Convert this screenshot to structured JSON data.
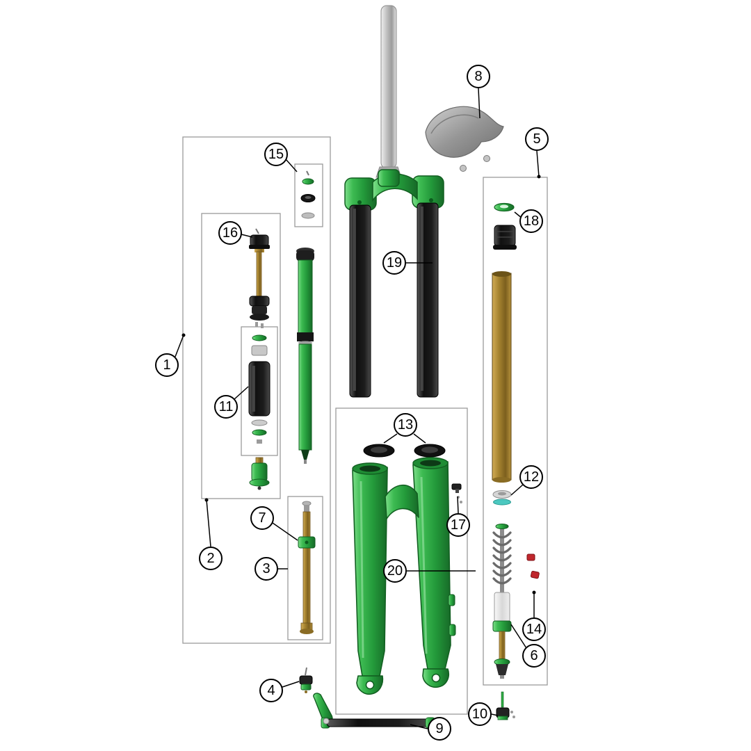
{
  "callouts": [
    {
      "label": "1"
    },
    {
      "label": "2"
    },
    {
      "label": "3"
    },
    {
      "label": "4"
    },
    {
      "label": "5"
    },
    {
      "label": "6"
    },
    {
      "label": "7"
    },
    {
      "label": "8"
    },
    {
      "label": "9"
    },
    {
      "label": "10"
    },
    {
      "label": "11"
    },
    {
      "label": "12"
    },
    {
      "label": "13"
    },
    {
      "label": "14"
    },
    {
      "label": "15"
    },
    {
      "label": "16"
    },
    {
      "label": "17"
    },
    {
      "label": "18"
    },
    {
      "label": "19"
    },
    {
      "label": "20"
    }
  ],
  "colors": {
    "background": "#ffffff",
    "callout-bg": "#ffffff",
    "callout-border": "#000000",
    "box-border": "#9a9a9a",
    "part-green": "#2fae44",
    "part-green-dark": "#176a28",
    "part-black": "#161616",
    "part-gold": "#a5832f",
    "part-silver": "#c9c9c9",
    "part-gray": "#8f8f8f",
    "part-red": "#c0272d",
    "part-teal": "#4cc8c0"
  }
}
